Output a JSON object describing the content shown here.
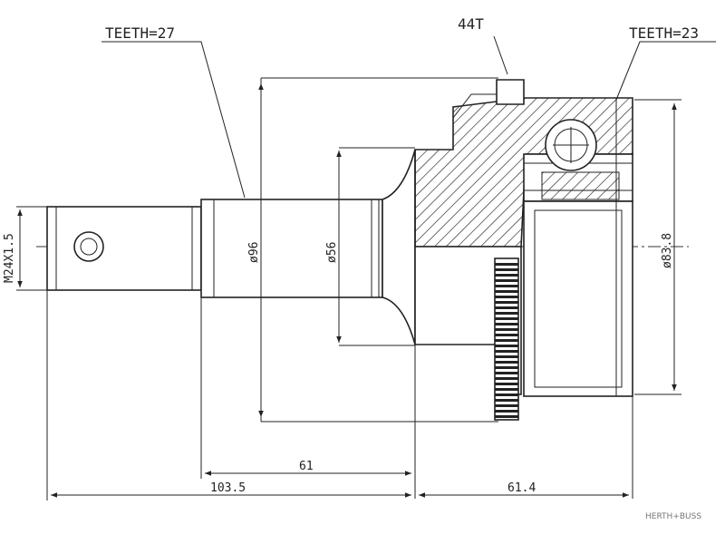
{
  "labels": {
    "teeth_left": "TEETH=27",
    "abs_teeth": "44T",
    "teeth_right": "TEETH=23",
    "thread": "M24X1.5",
    "dia_96": "ø96",
    "dia_56": "ø56",
    "dia_83": "ø83.8",
    "len_61": "61",
    "len_103": "103.5",
    "len_61_4": "61.4"
  },
  "brand": "HERTH+BUSS"
}
